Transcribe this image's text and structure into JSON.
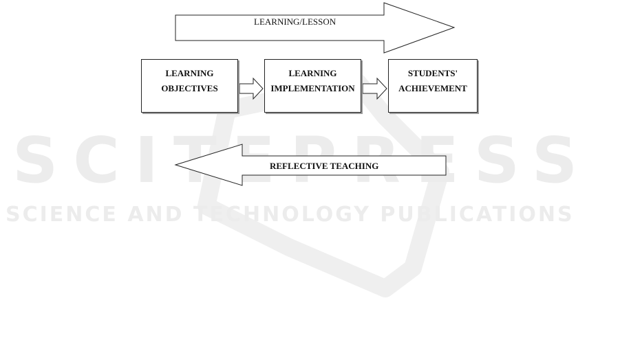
{
  "watermark": {
    "brand": "SCITEPRESS",
    "tagline": "SCIENCE AND TECHNOLOGY PUBLICATIONS"
  },
  "diagram": {
    "top_arrow_label": "LEARNING/LESSON",
    "boxes": [
      {
        "label": "LEARNING\nOBJECTIVES"
      },
      {
        "label": "LEARNING\nIMPLEMENTATION"
      },
      {
        "label": "STUDENTS'\nACHIEVEMENT"
      }
    ],
    "bottom_arrow_label": "REFLECTIVE TEACHING"
  }
}
